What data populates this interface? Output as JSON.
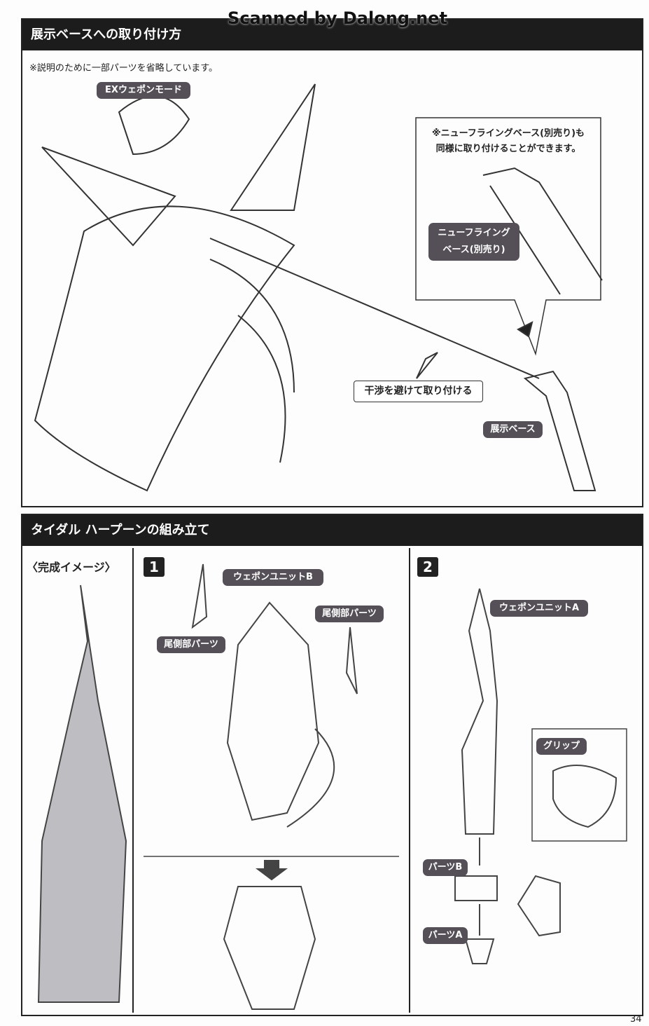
{
  "watermark": "Scanned by Dalong.net",
  "section1": {
    "title": "展示ベースへの取り付け方",
    "note": "※説明のために一部パーツを省略しています。",
    "mode_label": "EXウェポンモード",
    "callout_line1": "※ニューフライングベース(別売り)も",
    "callout_line2": "同様に取り付けることができます。",
    "flying_base_label_line1": "ニューフライング",
    "flying_base_label_line2": "ベース(別売り)",
    "avoid_label": "干渉を避けて取り付ける",
    "display_base_label": "展示ベース"
  },
  "section2": {
    "title": "タイダル ハープーンの組み立て",
    "complete_image": "〈完成イメージ〉",
    "step1": {
      "number": "1",
      "unit_label": "ウェポンユニットB",
      "tail_right": "尾側部パーツ",
      "tail_left": "尾側部パーツ"
    },
    "step2": {
      "number": "2",
      "unit_label": "ウェポンユニットA",
      "grip_label": "グリップ",
      "part_b": "パーツB",
      "part_a": "パーツA"
    }
  },
  "page_number": "34"
}
